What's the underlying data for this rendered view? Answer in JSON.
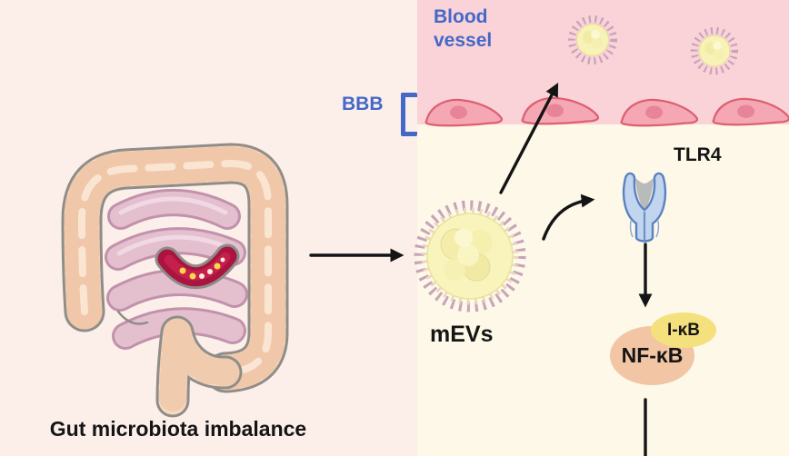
{
  "figure": {
    "type": "pathway-illustration",
    "description_visible_text_only": true
  },
  "left_panel": {
    "caption": "Gut microbiota imbalance",
    "illustration": "intestine-with-microbiota"
  },
  "blood_vessel": {
    "label": "Blood vessel"
  },
  "bbb": {
    "label": "BBB"
  },
  "mev": {
    "label": "mEVs"
  },
  "tlr4": {
    "label": "TLR4"
  },
  "signaling": {
    "ikb": "I-κB",
    "nfkb": "NF-κB"
  },
  "icons": {
    "intestine": "intestine-illustration",
    "vesicle": "spiked-vesicle-icon",
    "endothelial_cell": "endothelial-cell-icon",
    "receptor": "tlr4-receptor-icon",
    "bracket": "bbb-bracket-icon",
    "arrows": [
      "arrow-gut-to-mev",
      "arrow-mev-to-blood",
      "arrow-mev-to-tlr4",
      "arrow-tlr4-to-nfkb",
      "arrow-nfkb-down"
    ]
  },
  "colors": {
    "left_bg": "#fcefe9",
    "right_bg": "#fdf8e7",
    "blood_region": "#f9d3d7",
    "accent_blue": "#4468c8",
    "cell_fill": "#f5a8b4",
    "cell_outline": "#dd5f72",
    "cell_nucleus": "#e8849a",
    "vesicle_core": "#f8f4bb",
    "vesicle_spikes": "#c9a3bc",
    "tlr4_fill": "#c1d5ef",
    "tlr4_outline": "#5a81c2",
    "nfkb_fill": "#f2c5a4",
    "ikb_fill": "#f5e07e",
    "arrow": "#141414",
    "colon_fill": "#f7d9c1",
    "small_intestine_fill": "#e4c0cf",
    "inflamed_crescent": "#a91440",
    "text": "#151515"
  }
}
